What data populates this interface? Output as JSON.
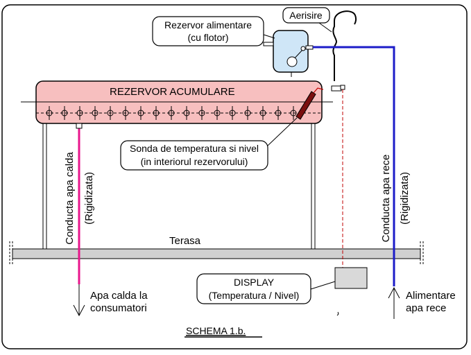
{
  "labels": {
    "feed_tank_line1": "Rezervor alimentare",
    "feed_tank_line2": "(cu flotor)",
    "vent": "Aerisire",
    "storage_tank": "REZERVOR ACUMULARE",
    "probe_line1": "Sonda de temperatura si nivel",
    "probe_line2": "(in interiorul rezervorului)",
    "hot_pipe_line1": "Conducta apa calda",
    "hot_pipe_line2": "(Rigidizata)",
    "cold_pipe_line1": "Conducta apa rece",
    "cold_pipe_line2": "(Rigidizata)",
    "terrace": "Terasa",
    "display_line1": "DISPLAY",
    "display_line2": "(Temperatura / Nivel)",
    "hot_out_line1": "Apa calda la",
    "hot_out_line2": "consumatori",
    "cold_in_line1": "Alimentare",
    "cold_in_line2": "apa rece",
    "schema": "SCHEMA 1.b."
  },
  "colors": {
    "storage_tank_fill": "#f7bfbf",
    "feed_tank_fill": "#cfe6f7",
    "hot_pipe": "#e8168c",
    "cold_pipe": "#1c1cc8",
    "probe": "#7a0f0f",
    "signal_line": "#c00000",
    "terrace": "#d0d0d0",
    "display_box": "#d9d9d9"
  }
}
